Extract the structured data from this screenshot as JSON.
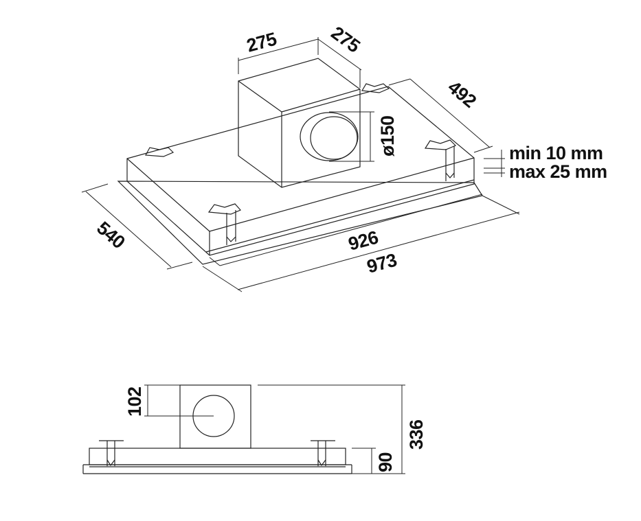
{
  "dimensions": {
    "duct_width": "275",
    "duct_depth": "275",
    "panel_depth": "492",
    "outlet_diameter": "ø150",
    "min_gap": "min 10 mm",
    "max_gap": "max 25 mm",
    "body_depth": "540",
    "body_width": "926",
    "frame_width": "973",
    "outlet_height": "102",
    "total_height": "336",
    "body_height": "90"
  },
  "colors": {
    "line": "#222222",
    "text": "#111111",
    "background": "#ffffff"
  }
}
